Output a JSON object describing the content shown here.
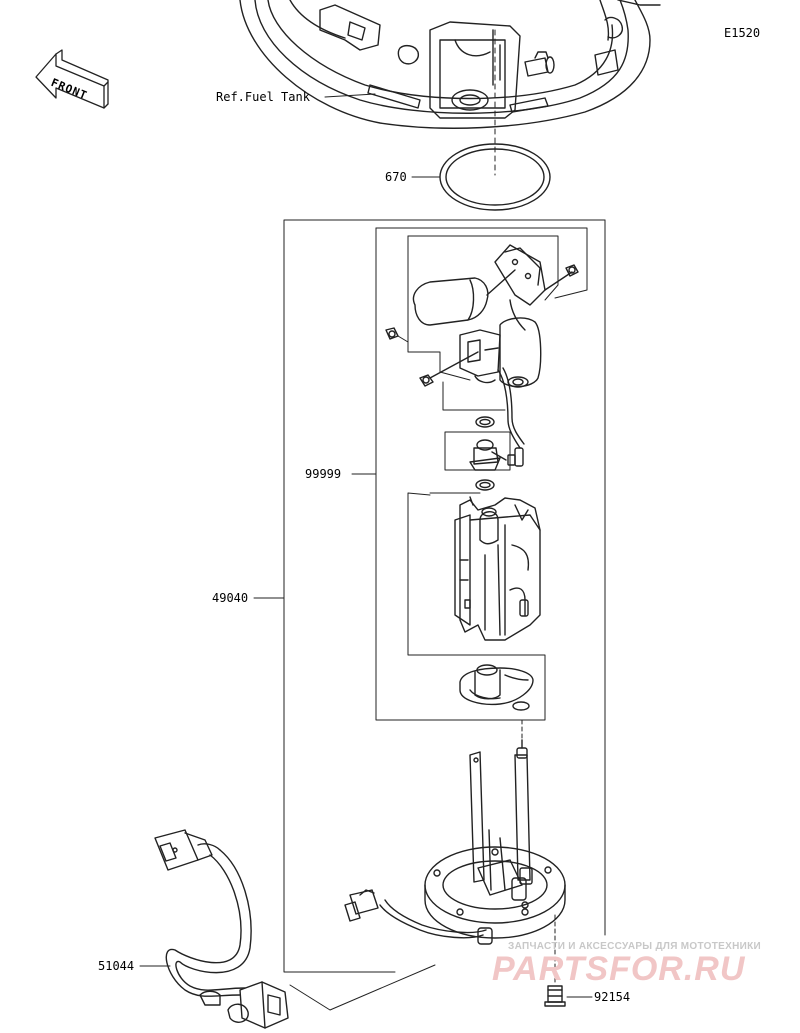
{
  "diagram_code": "E1520",
  "front_label": "FRONT",
  "parts": {
    "ref_fuel_tank": "Ref.Fuel Tank",
    "gasket": "670",
    "sub_assembly": "99999",
    "pump_assembly": "49040",
    "lead": "51044",
    "bolt": "92154"
  },
  "watermark": {
    "caption": "ЗАПЧАСТИ И АКСЕССУАРЫ ДЛЯ МОТОТЕХНИКИ",
    "brand": "PARTSFOR.RU"
  }
}
